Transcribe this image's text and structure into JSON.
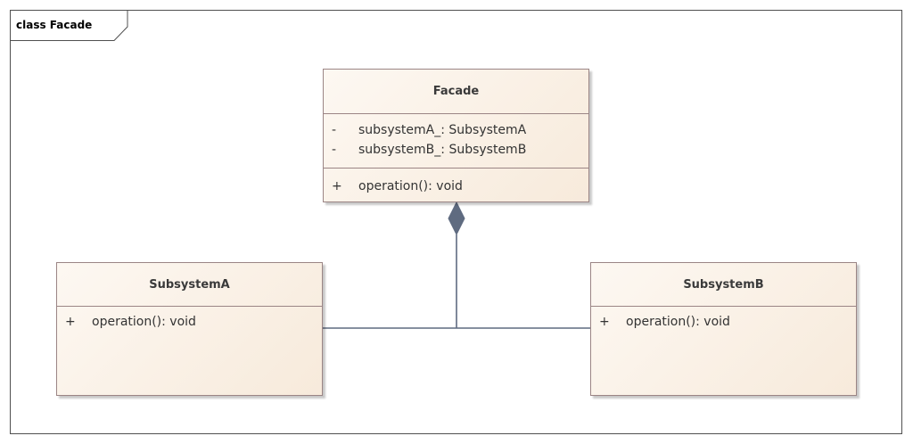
{
  "diagram": {
    "frame_label": "class Facade",
    "classes": [
      {
        "name": "Facade",
        "attributes": [
          {
            "visibility": "-",
            "text": "subsystemA_: SubsystemA"
          },
          {
            "visibility": "-",
            "text": "subsystemB_: SubsystemB"
          }
        ],
        "operations": [
          {
            "visibility": "+",
            "text": "operation(): void"
          }
        ]
      },
      {
        "name": "SubsystemA",
        "attributes": [],
        "operations": [
          {
            "visibility": "+",
            "text": "operation(): void"
          }
        ]
      },
      {
        "name": "SubsystemB",
        "attributes": [],
        "operations": [
          {
            "visibility": "+",
            "text": "operation(): void"
          }
        ]
      }
    ],
    "relationships": [
      {
        "type": "composition",
        "whole": "Facade",
        "part": "SubsystemA"
      },
      {
        "type": "composition",
        "whole": "Facade",
        "part": "SubsystemB"
      }
    ],
    "colors": {
      "class_fill_start": "#fdf8f2",
      "class_fill_end": "#f7eadb",
      "class_border": "#9b8585",
      "connector": "#5f6b80",
      "frame_border": "#505050"
    }
  }
}
